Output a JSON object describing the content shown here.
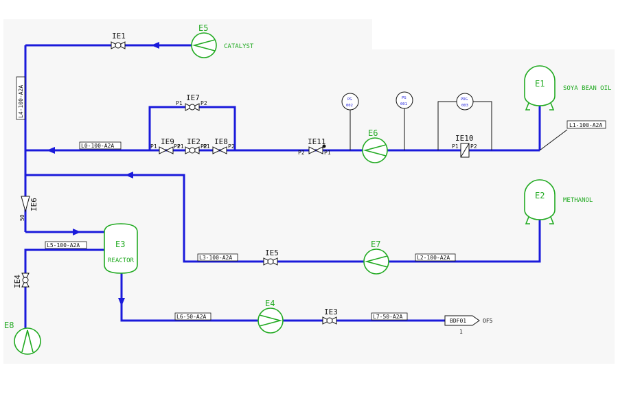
{
  "equipment": {
    "e1": {
      "tag": "E1",
      "name": "SOYA BEAN OIL"
    },
    "e2": {
      "tag": "E2",
      "name": "METHANOL"
    },
    "e3": {
      "tag": "E3",
      "name": "REACTOR"
    },
    "e4": {
      "tag": "E4"
    },
    "e5": {
      "tag": "E5",
      "name": "CATALYST"
    },
    "e6": {
      "tag": "E6"
    },
    "e7": {
      "tag": "E7"
    },
    "e8": {
      "tag": "E8"
    }
  },
  "valves": {
    "ie1": "IE1",
    "ie2": "IE2",
    "ie3": "IE3",
    "ie4": "IE4",
    "ie5": "IE5",
    "ie6": "IE6",
    "ie7": "IE7",
    "ie8": "IE8",
    "ie9": "IE9",
    "ie10": "IE10",
    "ie11": "IE11"
  },
  "lines": {
    "l0": "L0-100-A2A",
    "l1": "L1-100-A2A",
    "l2": "L2-100-A2A",
    "l3": "L3-100-A2A",
    "l4": "L4-100-A2A",
    "l5": "L5-100-A2A",
    "l6": "L6-50-A2A",
    "l7": "L7-50-A2A"
  },
  "ports": {
    "p1": "P1",
    "p2": "P2"
  },
  "ie6_size": "50",
  "instruments": {
    "pg002": {
      "type": "PG",
      "num": "002"
    },
    "pg001": {
      "type": "PG",
      "num": "001"
    },
    "pdg003": {
      "type": "PDG",
      "num": "003"
    }
  },
  "offpage": {
    "code": "BDF01",
    "ref": "OF5",
    "sub": "1"
  }
}
